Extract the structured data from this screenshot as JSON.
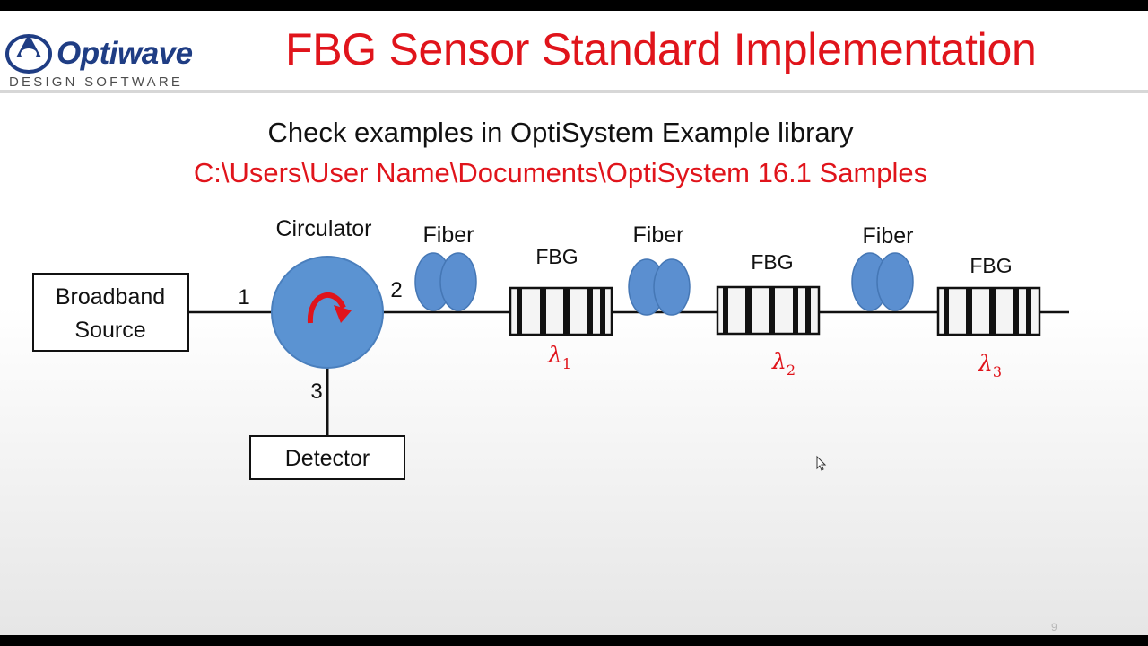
{
  "logo": {
    "brand": "Optiwave",
    "tagline": "DESIGN SOFTWARE"
  },
  "slide": {
    "title": "FBG Sensor Standard Implementation",
    "line1": "Check examples in OptiSystem Example library",
    "line2": "C:\\Users\\User Name\\Documents\\OptiSystem 16.1 Samples",
    "page_number": "9"
  },
  "diagram": {
    "source_label_1": "Broadband",
    "source_label_2": "Source",
    "circulator_label": "Circulator",
    "port1": "1",
    "port2": "2",
    "port3": "3",
    "detector_label": "Detector",
    "fibers": [
      "Fiber",
      "Fiber",
      "Fiber"
    ],
    "fbgs": [
      {
        "label": "FBG",
        "lambda": "λ",
        "subscript": "1"
      },
      {
        "label": "FBG",
        "lambda": "λ",
        "subscript": "2"
      },
      {
        "label": "FBG",
        "lambda": "λ",
        "subscript": "3"
      }
    ]
  },
  "colors": {
    "title_red": "#e0141b",
    "fiber_blue": "#5b8fd0",
    "circulator_blue": "#5b93d2",
    "arrow_red": "#e0141b",
    "brand_navy": "#1f3d84"
  }
}
